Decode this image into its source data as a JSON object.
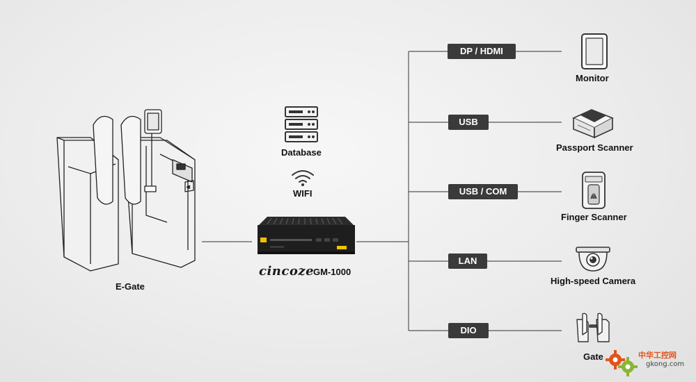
{
  "egate": {
    "label": "E-Gate"
  },
  "database": {
    "label": "Database"
  },
  "wifi": {
    "label": "WIFI"
  },
  "device": {
    "brand": "cincoze",
    "model": "GM-1000"
  },
  "interfaces": [
    {
      "port": "DP / HDMI",
      "device": "Monitor",
      "icon": "monitor-icon"
    },
    {
      "port": "USB",
      "device": "Passport Scanner",
      "icon": "passport-scanner-icon"
    },
    {
      "port": "USB / COM",
      "device": "Finger Scanner",
      "icon": "finger-scanner-icon"
    },
    {
      "port": "LAN",
      "device": "High-speed Camera",
      "icon": "camera-icon"
    },
    {
      "port": "DIO",
      "device": "Gate",
      "icon": "gate-icon"
    }
  ],
  "watermark": {
    "cn": "中华工控网",
    "en": "gkong.com"
  },
  "colors": {
    "line": "#555555",
    "pill": "#3a3a3a",
    "accent": "#e1541a"
  }
}
